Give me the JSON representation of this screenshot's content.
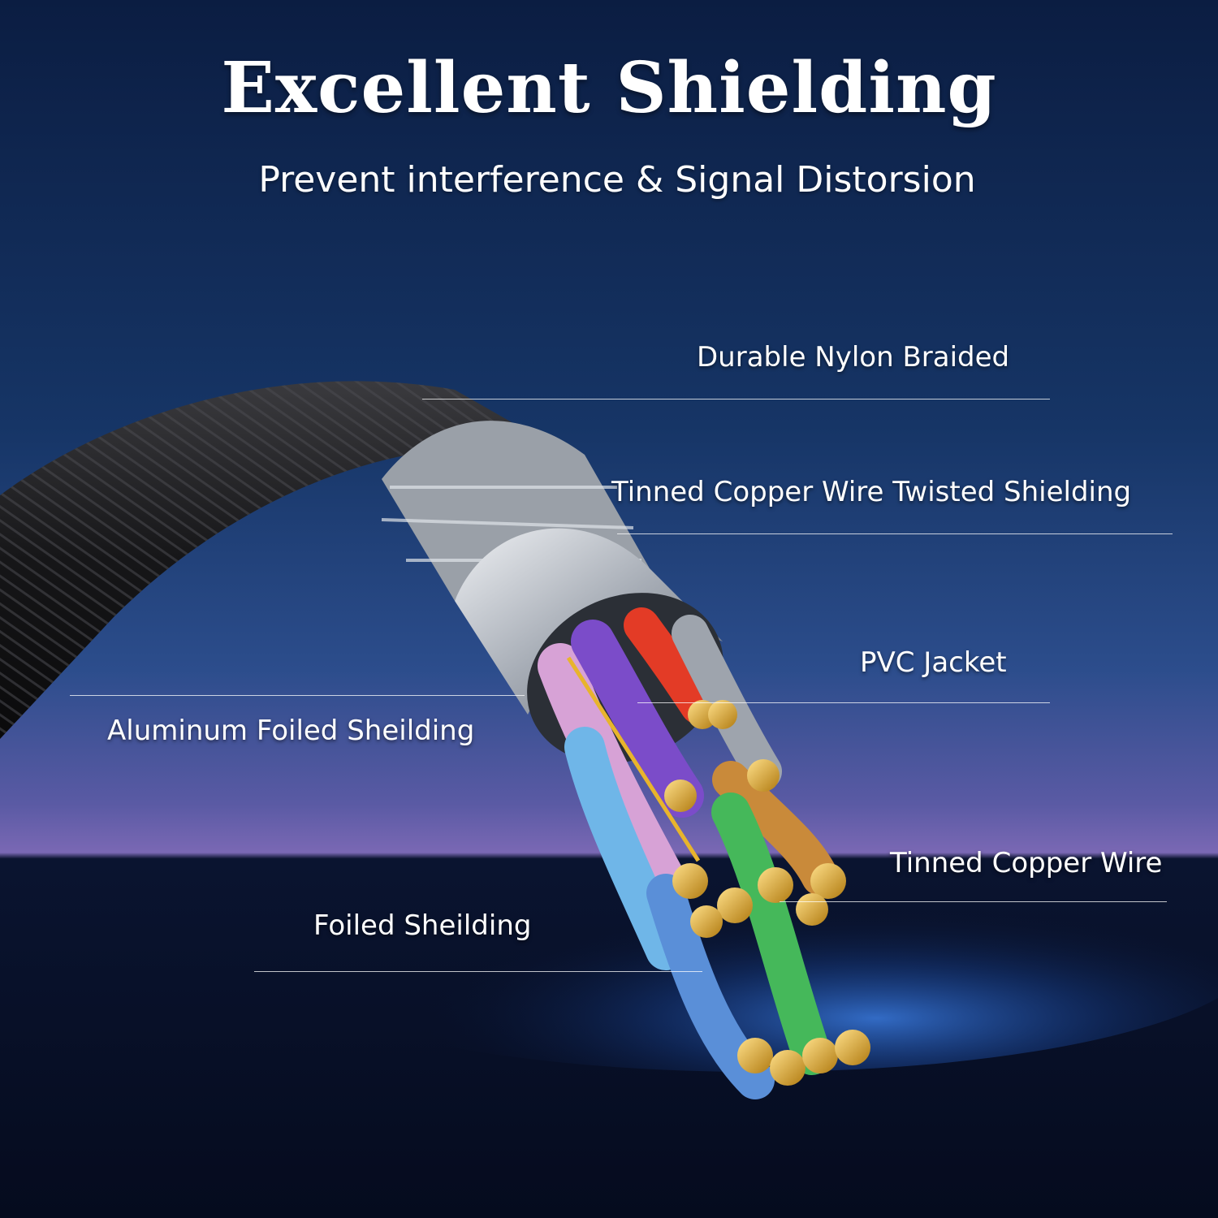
{
  "title": "Excellent Shielding",
  "subtitle": "Prevent interference & Signal Distorsion",
  "labels": {
    "nylon": "Durable Nylon Braided",
    "tinned_shield": "Tinned Copper Wire Twisted Shielding",
    "pvc": "PVC Jacket",
    "aluminum": "Aluminum Foiled Sheilding",
    "tinned_wire": "Tinned Copper Wire",
    "foiled": "Foiled Sheilding"
  },
  "colors": {
    "sky_top": "#0b1f45",
    "sky_mid": "#1f3d78",
    "horizon": "#6e5ea8",
    "water": "#071430",
    "glow": "#2f6fd6",
    "braid": "#1c1c1e",
    "silver": "#c9cdd3",
    "gold": "#d9a520"
  }
}
